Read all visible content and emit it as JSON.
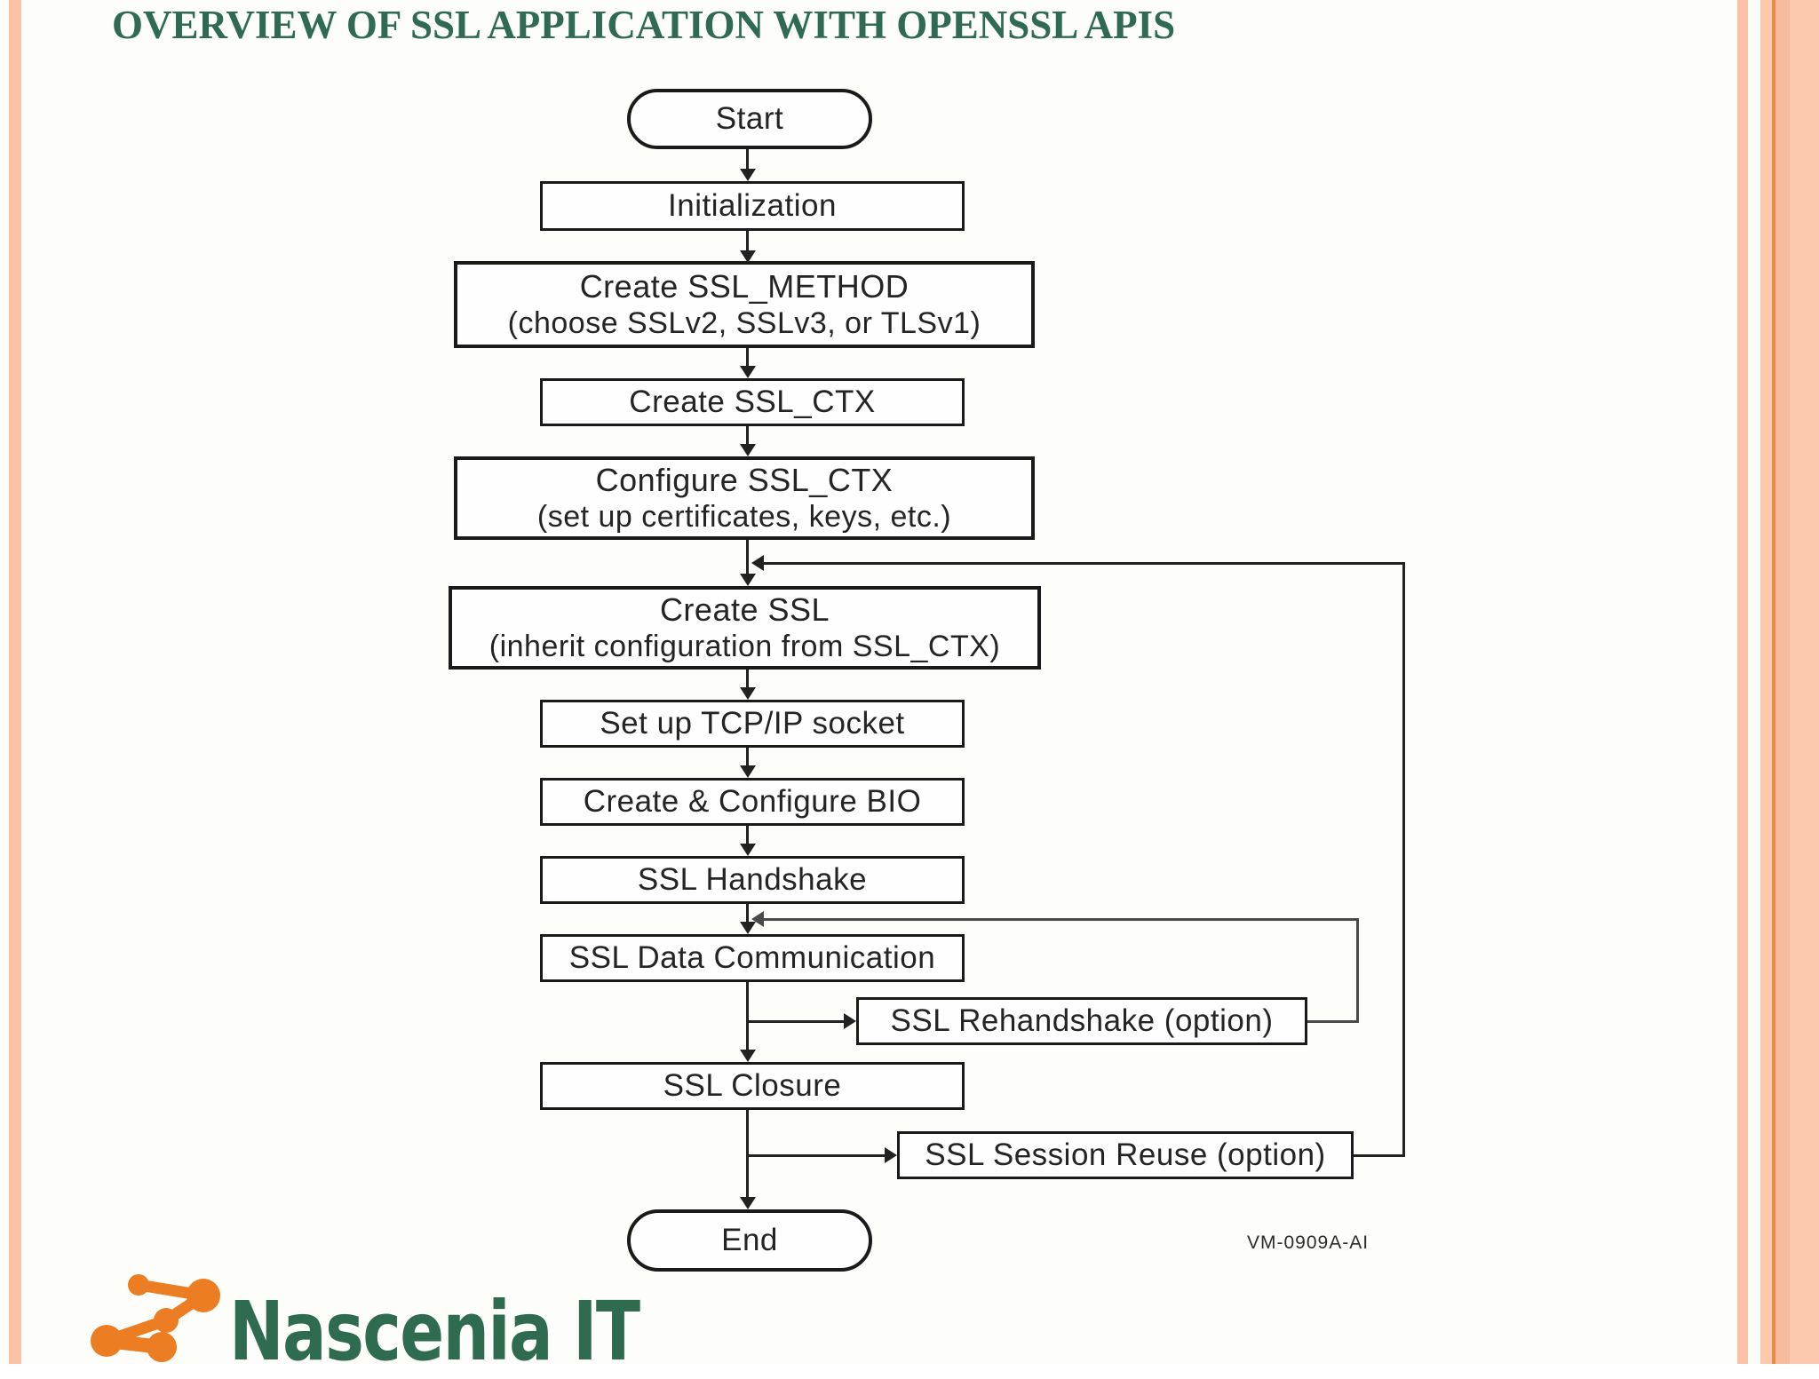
{
  "slide": {
    "title": "OVERVIEW OF SSL APPLICATION WITH OPENSSL APIS",
    "figure_label": "VM-0909A-AI"
  },
  "flowchart": {
    "nodes": [
      {
        "id": "start",
        "type": "terminator",
        "label": "Start"
      },
      {
        "id": "initialization",
        "type": "process",
        "label": "Initialization"
      },
      {
        "id": "create-ssl-method",
        "type": "process",
        "label": "Create SSL_METHOD",
        "sub": "(choose SSLv2, SSLv3, or TLSv1)"
      },
      {
        "id": "create-ssl-ctx",
        "type": "process",
        "label": "Create SSL_CTX"
      },
      {
        "id": "configure-ssl-ctx",
        "type": "process",
        "label": "Configure SSL_CTX",
        "sub": "(set up certificates, keys, etc.)"
      },
      {
        "id": "create-ssl",
        "type": "process",
        "label": "Create SSL",
        "sub": "(inherit configuration from SSL_CTX)"
      },
      {
        "id": "setup-tcpip-socket",
        "type": "process",
        "label": "Set up TCP/IP socket"
      },
      {
        "id": "create-configure-bio",
        "type": "process",
        "label": "Create & Configure BIO"
      },
      {
        "id": "ssl-handshake",
        "type": "process",
        "label": "SSL Handshake"
      },
      {
        "id": "ssl-data-communication",
        "type": "process",
        "label": "SSL Data Communication"
      },
      {
        "id": "ssl-rehandshake",
        "type": "process",
        "label": "SSL Rehandshake (option)"
      },
      {
        "id": "ssl-closure",
        "type": "process",
        "label": "SSL Closure"
      },
      {
        "id": "ssl-session-reuse",
        "type": "process",
        "label": "SSL Session Reuse (option)"
      },
      {
        "id": "end",
        "type": "terminator",
        "label": "End"
      }
    ],
    "edges": [
      {
        "from": "start",
        "to": "initialization"
      },
      {
        "from": "initialization",
        "to": "create-ssl-method"
      },
      {
        "from": "create-ssl-method",
        "to": "create-ssl-ctx"
      },
      {
        "from": "create-ssl-ctx",
        "to": "configure-ssl-ctx"
      },
      {
        "from": "configure-ssl-ctx",
        "to": "create-ssl"
      },
      {
        "from": "create-ssl",
        "to": "setup-tcpip-socket"
      },
      {
        "from": "setup-tcpip-socket",
        "to": "create-configure-bio"
      },
      {
        "from": "create-configure-bio",
        "to": "ssl-handshake"
      },
      {
        "from": "ssl-handshake",
        "to": "ssl-data-communication"
      },
      {
        "from": "ssl-data-communication",
        "to": "ssl-rehandshake"
      },
      {
        "from": "ssl-rehandshake",
        "to": "ssl-handshake",
        "type": "loop"
      },
      {
        "from": "ssl-data-communication",
        "to": "ssl-closure"
      },
      {
        "from": "ssl-closure",
        "to": "ssl-session-reuse"
      },
      {
        "from": "ssl-session-reuse",
        "to": "create-ssl",
        "type": "loop"
      },
      {
        "from": "ssl-closure",
        "to": "end"
      }
    ]
  },
  "footer": {
    "logo_text": "Nascenia IT"
  },
  "colors": {
    "title_green": "#2e6b52",
    "logo_green": "#2e6b4f",
    "logo_orange": "#ed7d23",
    "border_peach": "#fac3a6",
    "border_orange_line": "#ee8a45",
    "line_black": "#222222"
  }
}
